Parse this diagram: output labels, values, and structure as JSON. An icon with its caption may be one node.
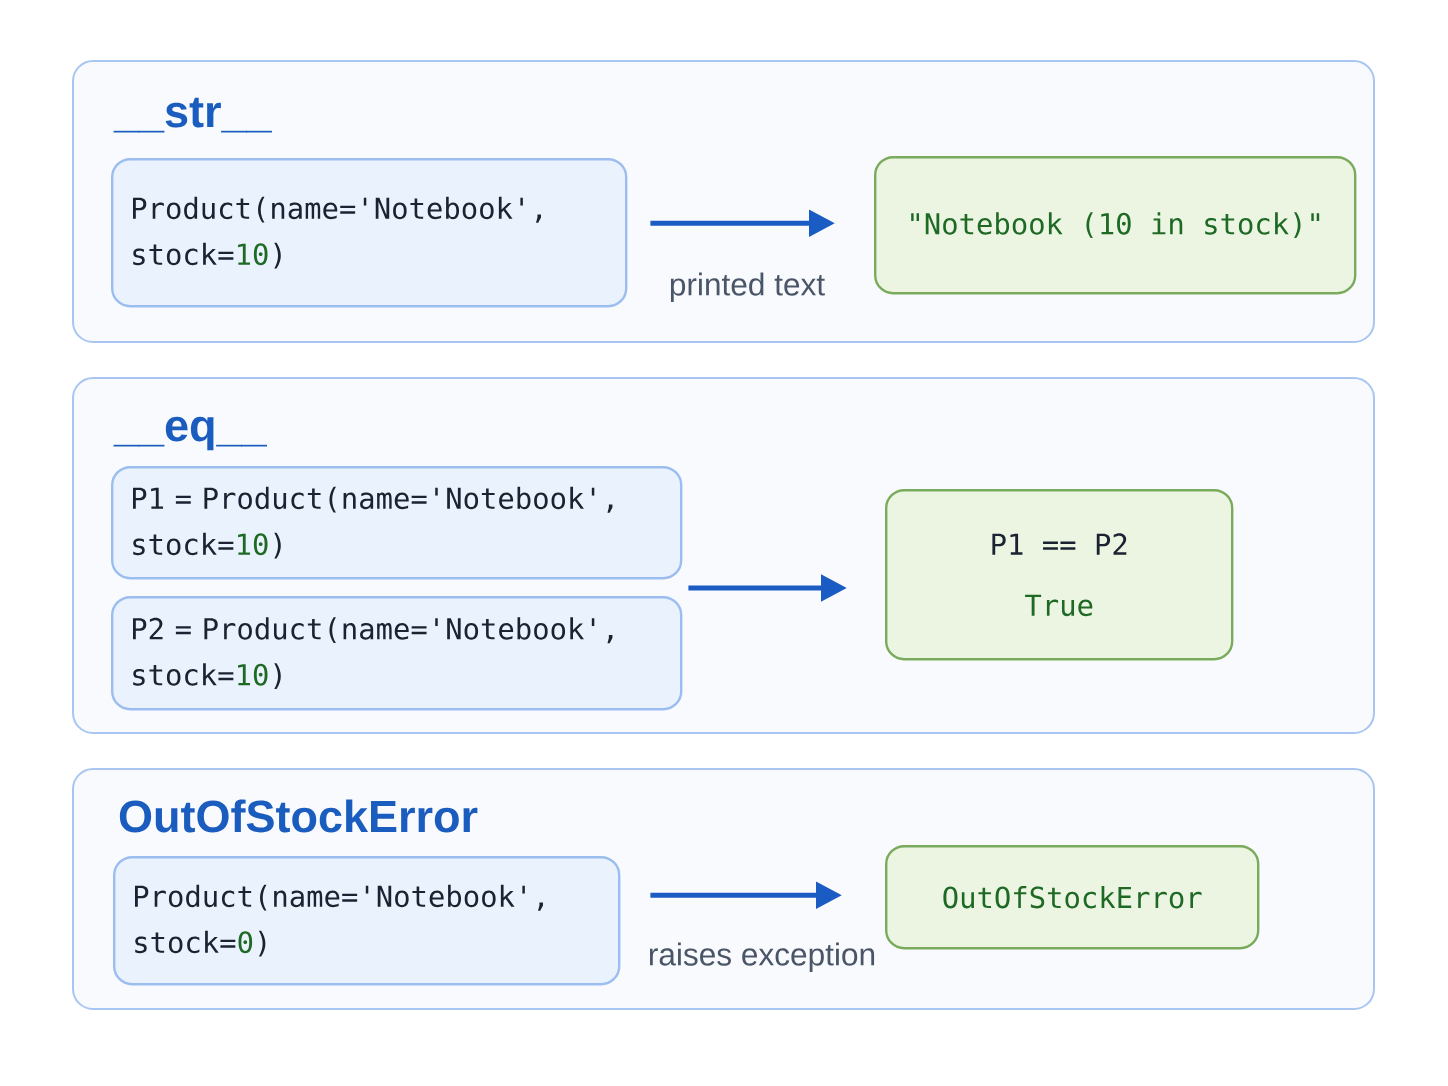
{
  "diagram": {
    "nodes": [
      {
        "text": [
          "__str__"
        ]
      },
      {
        "text": [
          "Product(name='Notebook', stock=10)"
        ],
        "in": 0
      },
      {
        "text": [
          "\"Notebook (10 in stock)\""
        ],
        "in": 0
      },
      {
        "text": [
          "__eq__"
        ]
      },
      {
        "text": [
          "P1 = Product(name='Notebook', stock=10)"
        ],
        "in": 3
      },
      {
        "text": [
          "P2 = Product(name='Notebook', stock=10)"
        ],
        "in": 3
      },
      {
        "text": [
          "P1 == P2",
          "True"
        ],
        "in": 3
      },
      {
        "text": [
          "OutOfStockError"
        ]
      },
      {
        "text": [
          "Product(name='Notebook', stock=0)"
        ],
        "in": 7
      },
      {
        "text": [
          "OutOfStockError"
        ],
        "in": 7
      }
    ],
    "edges": [
      {
        "from": 1,
        "to": 2,
        "arrow": "to",
        "label": "printed text"
      },
      {
        "from": 4,
        "to": 6,
        "arrow": "to"
      },
      {
        "from": 5,
        "to": 6,
        "arrow": "to"
      },
      {
        "from": 8,
        "to": 9,
        "arrow": "to",
        "label": "raises exception"
      }
    ]
  }
}
